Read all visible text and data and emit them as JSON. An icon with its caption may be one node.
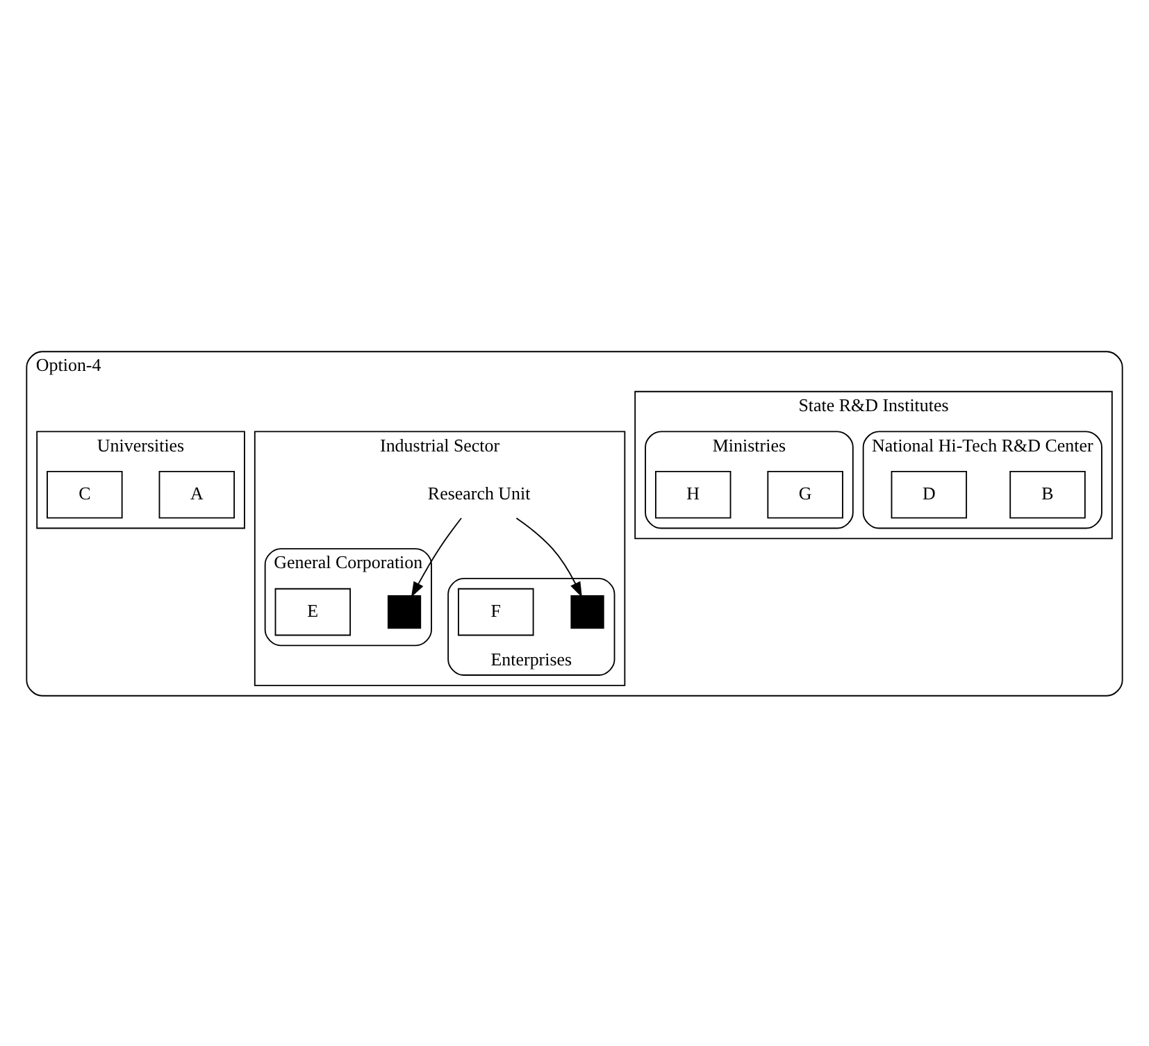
{
  "diagram": {
    "nodes": [
      {
        "text": [
          "Option-4"
        ]
      },
      {
        "text": [
          "State R&D Institutes"
        ],
        "in": 0
      },
      {
        "text": [
          "National Hi-Tech R&D Center"
        ],
        "in": 1
      },
      {
        "text": [
          "B"
        ],
        "in": 2
      },
      {
        "text": [
          "D"
        ],
        "in": 2
      },
      {
        "text": [
          "Ministries"
        ],
        "in": 1
      },
      {
        "text": [
          "G"
        ],
        "in": 5
      },
      {
        "text": [
          "H"
        ],
        "in": 5
      },
      {
        "text": [
          "Industrial Sector"
        ],
        "in": 0
      },
      {
        "text": [
          "General Corporation"
        ],
        "in": 8
      },
      {
        "text": [],
        "shape": "box",
        "in": 9
      },
      {
        "text": [
          "E"
        ],
        "in": 9
      },
      {
        "text": [
          "Research Unit"
        ],
        "in": 8
      },
      {
        "text": [],
        "shape": "box",
        "in": 14
      },
      {
        "text": [
          "Enterprises"
        ],
        "in": 8
      },
      {
        "text": [
          "F"
        ],
        "in": 14
      },
      {
        "text": [
          "Universities"
        ],
        "in": 0
      },
      {
        "text": [
          "A"
        ],
        "in": 16
      },
      {
        "text": [
          "C"
        ],
        "in": 16
      }
    ],
    "edges": [
      {
        "from": 12,
        "to": 10,
        "arrow": "to"
      },
      {
        "from": 12,
        "to": 13,
        "arrow": "to"
      }
    ]
  }
}
